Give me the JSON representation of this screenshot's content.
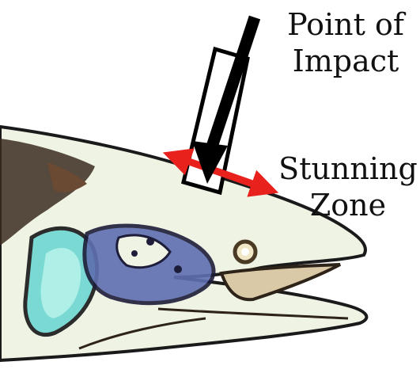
{
  "labels": {
    "impact_line1": "Point of",
    "impact_line2": "Impact",
    "stun_line1": "Stunning",
    "stun_line2": "Zone"
  },
  "colors": {
    "zone_arrow": "#e8211d",
    "impact_arrow": "#000000",
    "fish_body": "#eef3e4",
    "gill_patch": "#7ad9d2",
    "dark_markings": "#3b2a20",
    "blue_markings": "#5f6fb0"
  },
  "icons": {
    "impact_arrow": "down-arrow-icon",
    "zone_arrow": "double-headed-arrow-icon"
  }
}
